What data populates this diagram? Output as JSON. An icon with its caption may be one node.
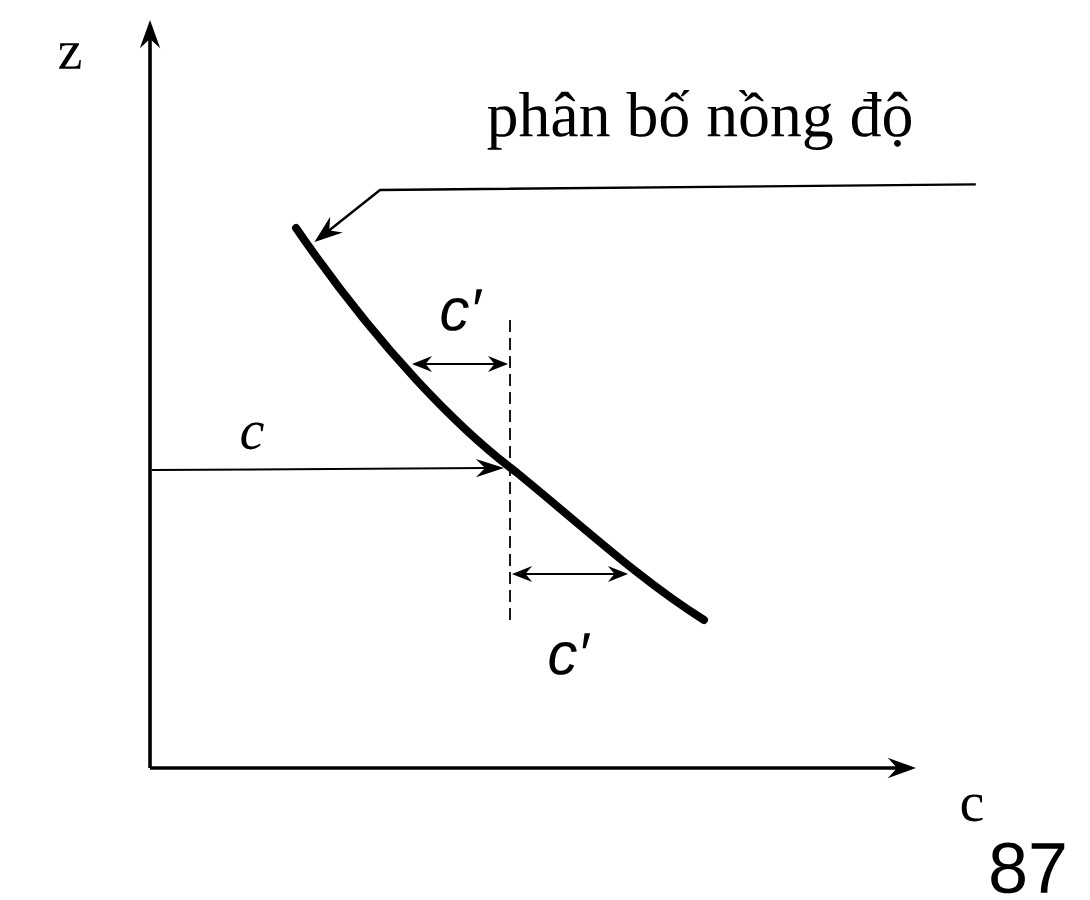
{
  "diagram": {
    "nodes": [
      {
        "text": [
          "phân bố nồng độ"
        ]
      },
      {
        "text": [],
        "shape": "curve"
      }
    ],
    "edges": [
      {
        "from": 0,
        "to": 1,
        "arrow": "to"
      }
    ],
    "labels": [
      "z",
      "c′",
      "c",
      "c′",
      "c",
      "87"
    ]
  }
}
